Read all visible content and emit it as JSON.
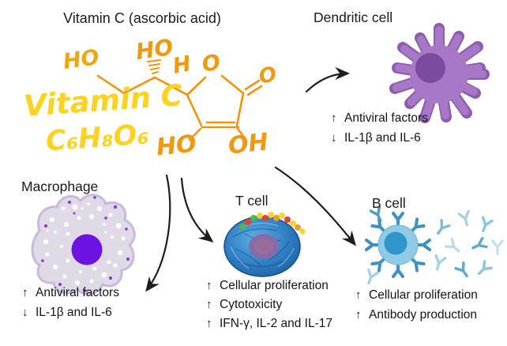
{
  "title": "Vitamin C (ascorbic acid)",
  "molecule": {
    "name_script": "Vitamin C",
    "formula": "C₆H₈O₆",
    "atom_labels": {
      "ho_chain": "HO",
      "ho_chiral": "HO",
      "h_ring": "H",
      "o_ring": "O",
      "o_carbonyl": "O",
      "ho_bottom": "HO",
      "oh_bottom": "OH"
    },
    "colors": {
      "structure_orange": "#F0940C",
      "script_yellow": "#FFD21E"
    }
  },
  "cells": {
    "dendritic": {
      "label": "Dendritic cell",
      "effects": [
        {
          "arrow": "↑",
          "text": "Antiviral factors"
        },
        {
          "arrow": "↓",
          "text": "IL-1β and IL-6"
        }
      ],
      "body_color": "#A678C6",
      "nucleus_color": "#7B4BA1"
    },
    "macrophage": {
      "label": "Macrophage",
      "effects": [
        {
          "arrow": "↑",
          "text": "Antiviral factors"
        },
        {
          "arrow": "↓",
          "text": "IL-1β and IL-6"
        }
      ],
      "body_color": "#DFDAE6",
      "nucleus_color": "#6C12E4"
    },
    "t_cell": {
      "label": "T cell",
      "effects": [
        {
          "arrow": "↑",
          "text": "Cellular proliferation"
        },
        {
          "arrow": "↑",
          "text": "Cytotoxicity"
        },
        {
          "arrow": "↑",
          "text": "IFN-γ, IL-2 and IL-17"
        }
      ],
      "body_color": "#2E7FC4",
      "nucleus_color": "#8A68A6"
    },
    "b_cell": {
      "label": "B cell",
      "effects": [
        {
          "arrow": "↑",
          "text": "Cellular proliferation"
        },
        {
          "arrow": "↑",
          "text": "Antibody production"
        }
      ],
      "body_color": "#8FCBE6",
      "nucleus_color": "#2E96C8"
    }
  }
}
